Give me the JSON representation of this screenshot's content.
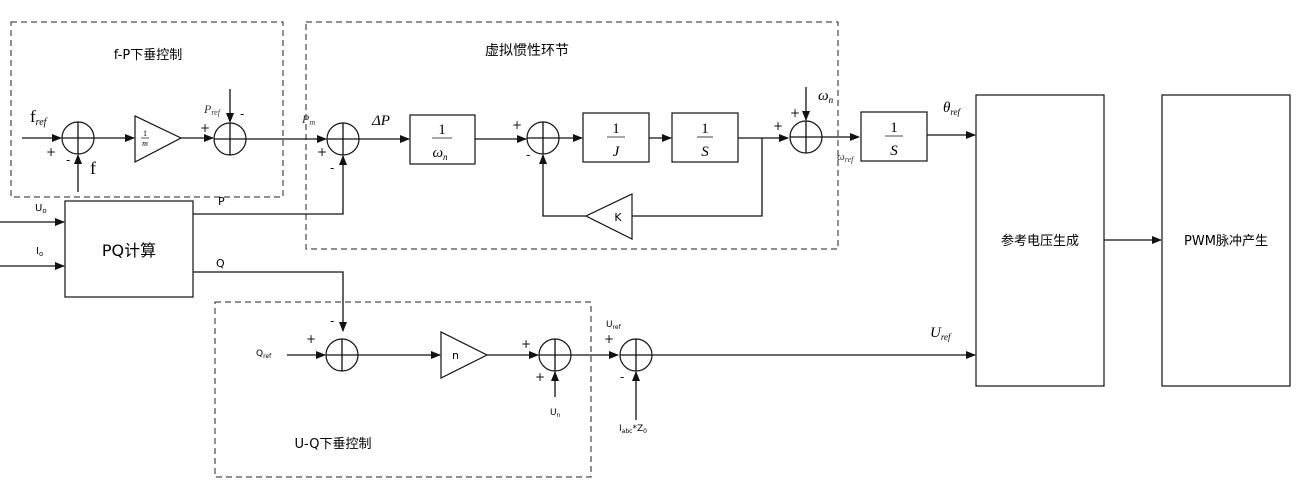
{
  "groups": {
    "fp_droop": "f-P下垂控制",
    "virtual_inertia": "虚拟惯性环节",
    "uq_droop": "U-Q下垂控制"
  },
  "blocks": {
    "pq_calc": "PQ计算",
    "ref_voltage": "参考电压生成",
    "pwm": "PWM脉冲产生",
    "gain_1m_num": "1",
    "gain_1m_den": "m",
    "inv_wn_num": "1",
    "inv_wn_den": "ω",
    "inv_wn_sub": "n",
    "inv_j_num": "1",
    "inv_j_den": "J",
    "int1_num": "1",
    "int1_den": "S",
    "int2_num": "1",
    "int2_den": "S",
    "gain_k": "K",
    "gain_n": "n"
  },
  "signals": {
    "f_ref": "f",
    "f_ref_sub": "ref",
    "f": "f",
    "p_ref": "P",
    "p_ref_sub": "ref",
    "p_m": "P",
    "p_m_sub": "m",
    "delta_p": "ΔP",
    "omega_n": "ω",
    "omega_n_sub": "n",
    "omega_ref": "ω",
    "omega_ref_sub": "ref",
    "theta_ref": "θ",
    "theta_ref_sub": "ref",
    "u_o": "U",
    "u_o_sub": "o",
    "i_o": "I",
    "i_o_sub": "o",
    "p": "P",
    "q": "Q",
    "q_ref": "Q",
    "q_ref_sub": "ref",
    "u_n": "U",
    "u_n_sub": "n",
    "u_ref_small": "U",
    "u_ref_small_sub": "ref",
    "i_abc": "I",
    "i_abc_sub": "abc",
    "z0": "*Z",
    "z0_sub": "0",
    "u_ref_big": "U",
    "u_ref_big_sub": "ref"
  },
  "signs": {
    "plus": "+",
    "minus": "-"
  }
}
